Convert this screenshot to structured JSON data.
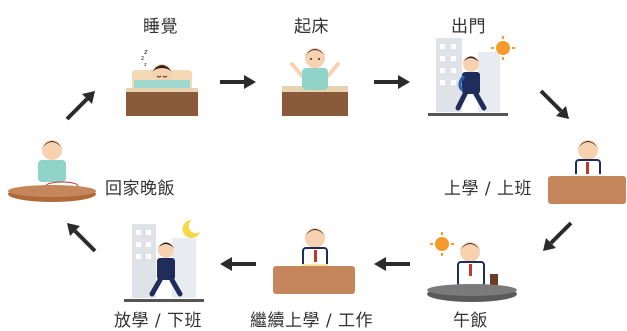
{
  "steps": {
    "sleep": "睡覺",
    "wake": "起床",
    "leave_home": "出門",
    "go_to_school": "上學 / 上班",
    "lunch": "午飯",
    "continue_work": "繼續上學 / 工作",
    "off_school": "放學 / 下班",
    "dinner": "回家晚飯"
  },
  "colors": {
    "arrow": "#2b2b2b",
    "bed_wood": "#8a5a3a",
    "table_wood": "#c4865a",
    "shirt": "#8fd3c9",
    "suit": "#1f2d5c",
    "hair": "#2a1f1a",
    "sun": "#f59a2b",
    "moon": "#f5d84a",
    "building": "#dfe3e8"
  },
  "icons": {
    "sleep": "sleeping-person-icon",
    "wake": "waking-person-icon",
    "leave_home": "walking-commuter-icon",
    "work": "working-person-icon",
    "lunch": "lunch-person-icon",
    "study": "studying-person-icon",
    "return": "walking-home-icon",
    "dinner": "dinner-person-icon"
  }
}
